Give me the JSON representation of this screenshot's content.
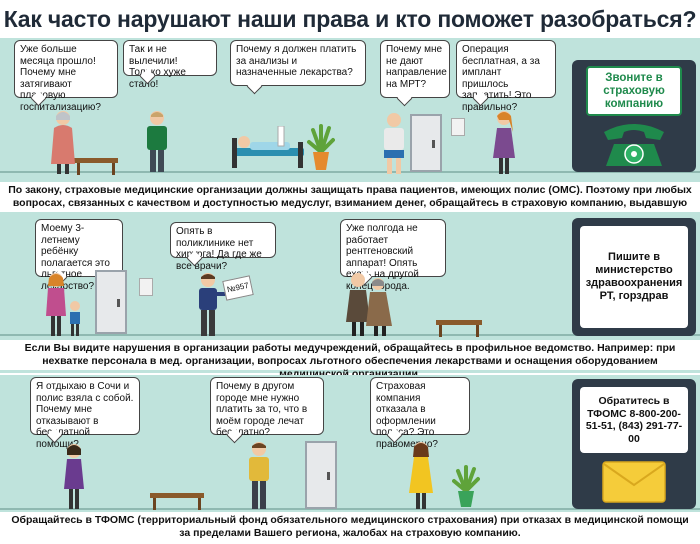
{
  "title": "Как часто нарушают наши права и кто поможет разобраться?",
  "section1": {
    "bubbles": [
      "Уже больше месяца прошло! Почему мне затягивают плановую госпитализацию?",
      "Так и не вылечили! Только хуже стало!",
      "Почему я должен платить за анализы и назначенные лекарства?",
      "Почему мне не дают направление на МРТ?",
      "Операция бесплатная, а за имплант пришлось заплатить! Это правильно?"
    ],
    "callout": "Звоните в страховую компанию",
    "caption": "По закону, страховые медицинские организации должны защищать права пациентов, имеющих полис (ОМС). Поэтому при любых вопросах, связанных с качеством и доступностью медуслуг, взиманием денег, обращайтесь в страховую компанию, выдавшую вам полис."
  },
  "section2": {
    "bubbles": [
      "Моему 3-летнему ребёнку полагается это льготное лекарство?",
      "Опять в поликлинике нет хирурга! Да где же все врачи?",
      "Уже полгода не работает рентгеновский аппарат! Опять ехать на другой конец города."
    ],
    "paper": "№957",
    "callout": "Пишите в министерство здравоохранения РТ, горздрав",
    "caption": "Если Вы видите нарушения в организации работы медучреждений, обращайтесь в профильное ведомство. Например: при нехватке персонала в мед. организации, вопросах льготного обеспечения лекарствами и оснащения оборудованием медицинской организации."
  },
  "section3": {
    "bubbles": [
      "Я отдыхаю в Сочи и полис взяла с собой. Почему мне отказывают в бесплатной помощи?",
      "Почему в другом городе мне нужно платить за то, что в моём городе лечат бесплатно?",
      "Страховая компания отказала в оформлении полиса? Это правомерно?"
    ],
    "callout": "Обратитесь в ТФОМС 8-800-200-51-51, (843) 291-77-00",
    "caption": "Обращайтесь в ТФОМС (территориальный фонд обязательного медицинского страхования) при отказах в медицинской помощи за пределами Вашего региона, жалобах на страховую компанию."
  },
  "colors": {
    "panel": "#bfe3dc",
    "phone_green": "#1f8a4c",
    "callout_dark": "#2f3b48",
    "envelope": "#f5cc3a"
  }
}
